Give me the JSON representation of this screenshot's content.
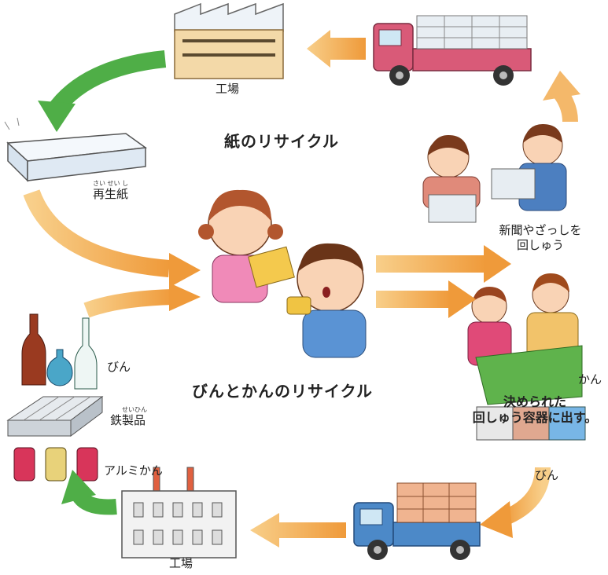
{
  "titles": {
    "paper_cycle": "紙のリサイクル",
    "bottle_can_cycle": "びんとかんのリサイクル"
  },
  "labels": {
    "factory_top": "工場",
    "factory_bottom": "工場",
    "recycled_paper": "再生紙",
    "recycled_paper_ruby": "さい せい し",
    "collect_newspaper_line1": "新聞やざっしを",
    "collect_newspaper_line2": "回しゅう",
    "bottles": "びん",
    "steel_products": "鉄製品",
    "steel_products_ruby": "せいひん",
    "aluminum_cans": "アルミかん",
    "cans": "かん",
    "put_out_line1": "決められた",
    "put_out_line2": "回しゅう容器に出す。",
    "bottles_crate": "びん"
  },
  "icons": [
    "factory-icon",
    "truck-icon",
    "paper-stack-icon",
    "children-reading-icon",
    "people-collecting-icon",
    "women-sorting-icon",
    "bottles-icon",
    "steel-plate-icon",
    "cans-icon",
    "arrow-icon"
  ],
  "colors": {
    "arrow_orange": "#f2a64a",
    "arrow_green": "#4fae47",
    "truck_red": "#d95a78",
    "truck_blue": "#4c89c8"
  }
}
